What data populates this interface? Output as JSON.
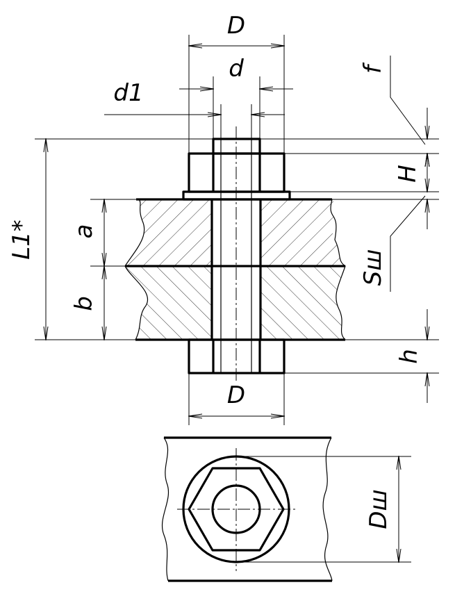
{
  "labels": {
    "washer_outer_diameter": "D",
    "bolt_diameter": "d",
    "hole_diameter": "d1",
    "bolt_length": "L1*",
    "upper_plate_thickness": "a",
    "lower_plate_thickness": "b",
    "nut_height": "H",
    "thread_end": "f",
    "washer_thickness": "Sш",
    "bottom_nut_height": "h",
    "bottom_nut_diameter": "D",
    "plan_washer_diameter": "Dш"
  },
  "colors": {
    "line": "#000000",
    "background": "#ffffff"
  }
}
